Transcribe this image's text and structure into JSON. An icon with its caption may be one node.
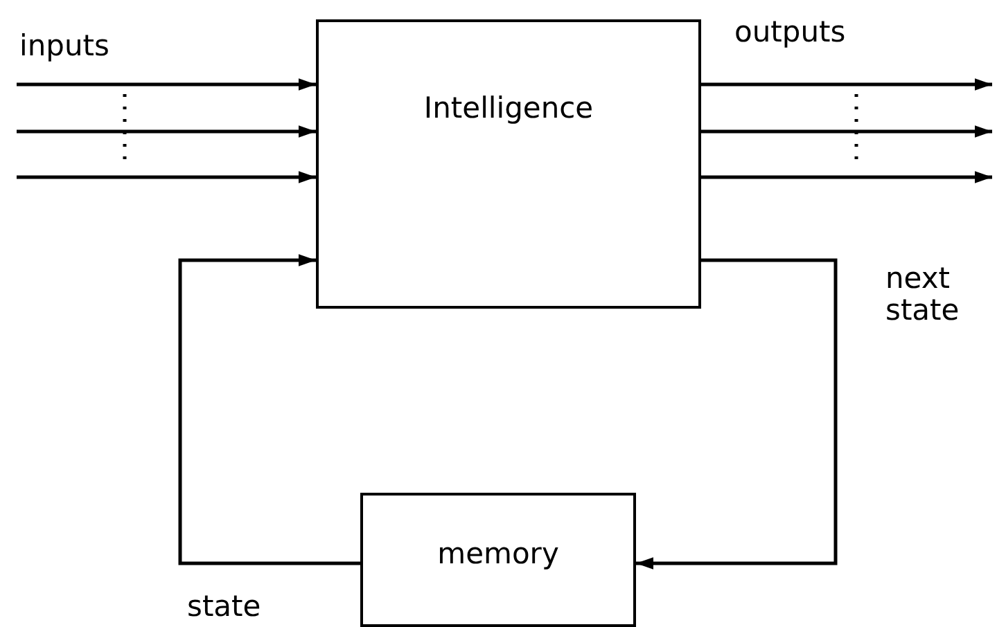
{
  "diagram": {
    "nodes": [
      {
        "text": [
          "Intelligence"
        ]
      },
      {
        "text": [
          "memory"
        ]
      }
    ],
    "edges": [
      {
        "from": null,
        "to": 0,
        "arrow": "to"
      },
      {
        "from": null,
        "to": 0,
        "arrow": "to"
      },
      {
        "from": null,
        "to": 0,
        "arrow": "to"
      },
      {
        "from": 0,
        "to": null,
        "arrow": "to"
      },
      {
        "from": 0,
        "to": null,
        "arrow": "to"
      },
      {
        "from": 0,
        "to": null,
        "arrow": "to"
      },
      {
        "from": 1,
        "to": 0,
        "arrow": "to",
        "label": "state"
      },
      {
        "from": 0,
        "to": 1,
        "arrow": "to",
        "label": "next state"
      }
    ],
    "labels": [
      "inputs",
      "outputs"
    ]
  }
}
